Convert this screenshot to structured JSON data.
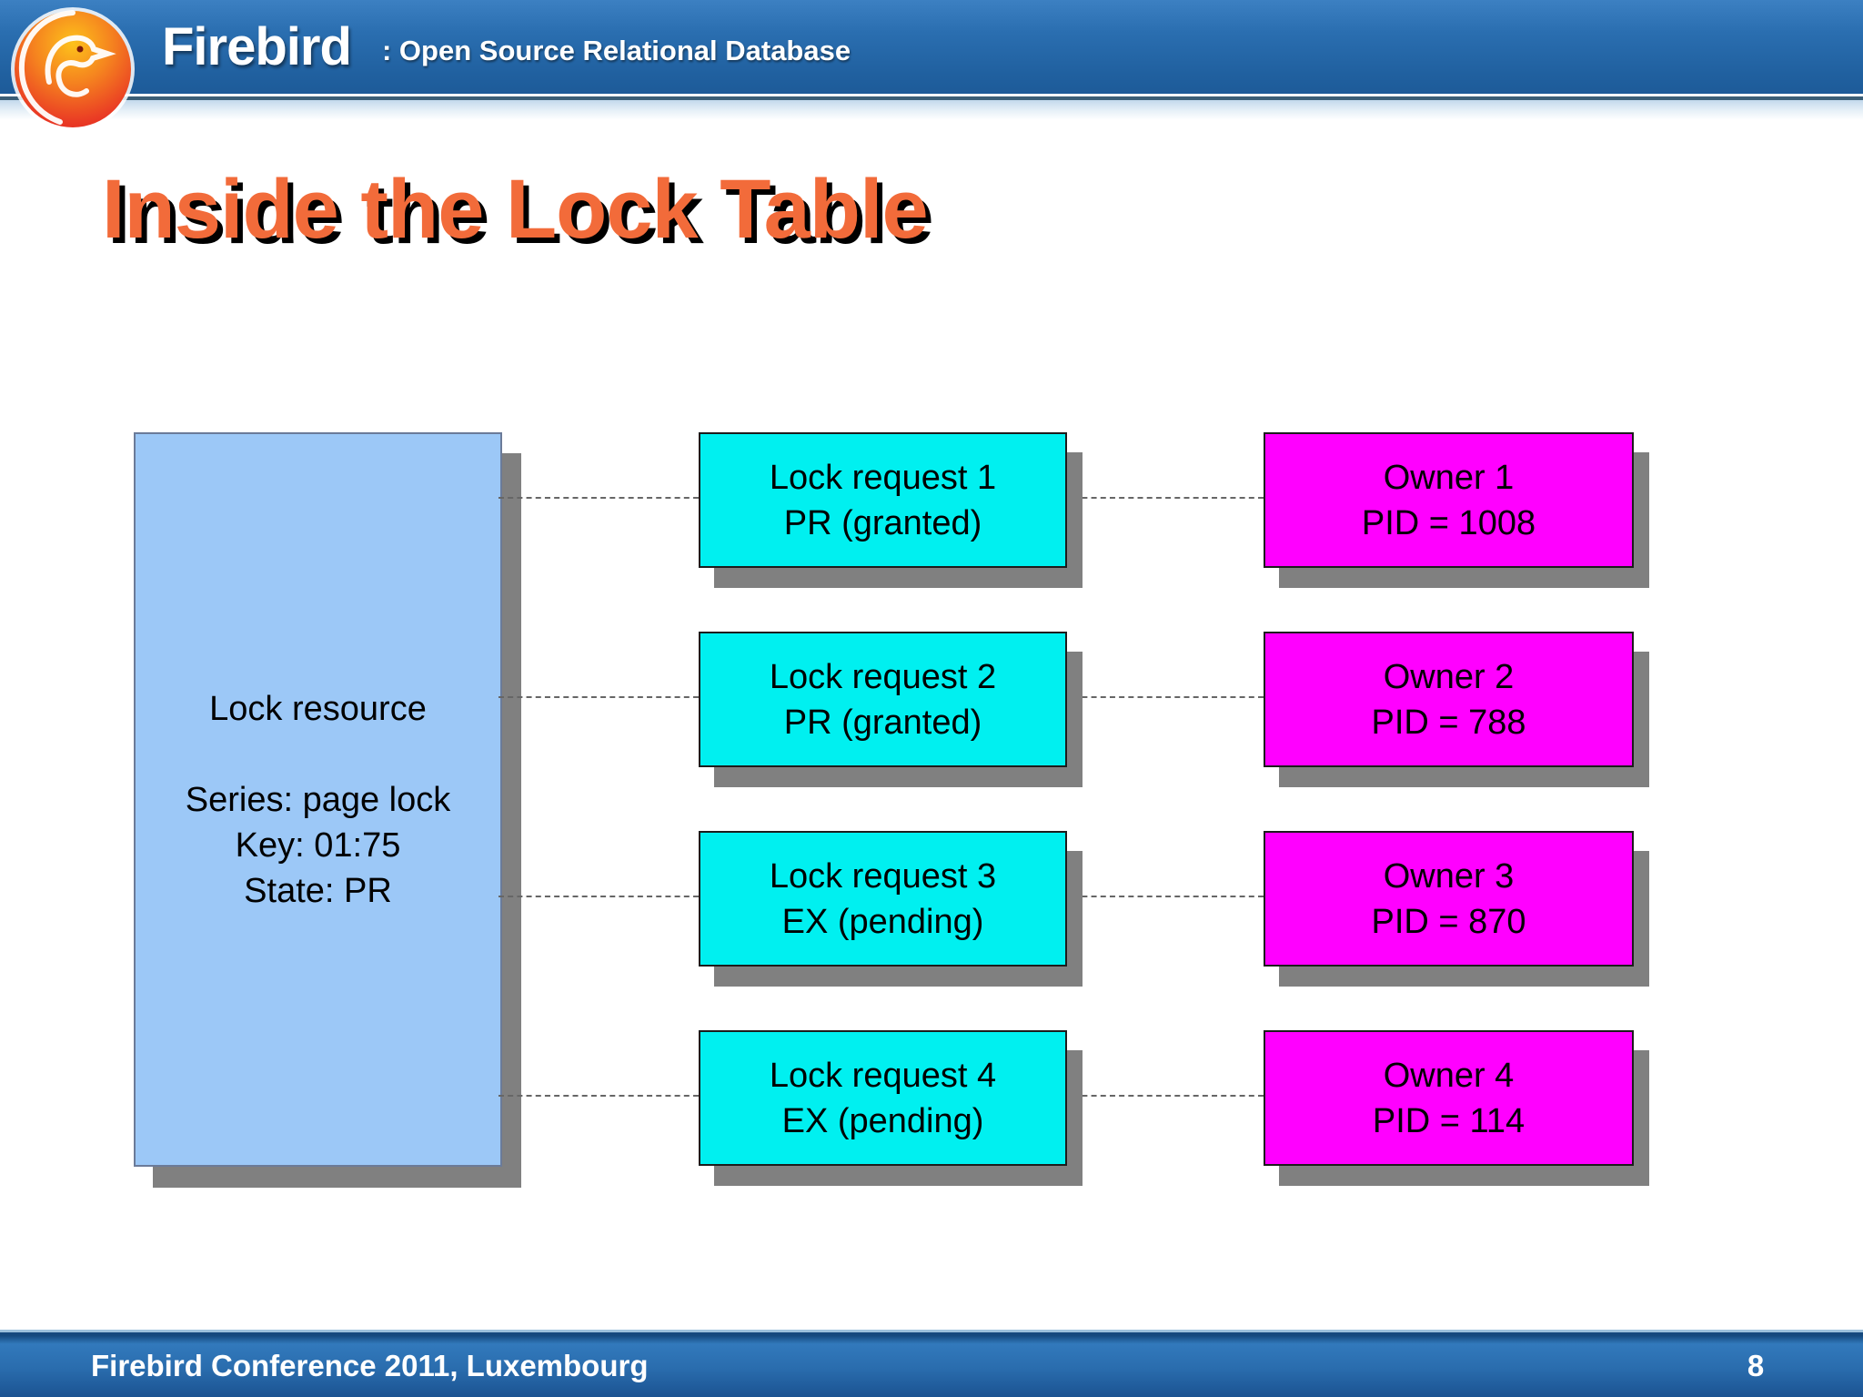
{
  "header": {
    "brand": "Firebird",
    "tagline": ": Open Source Relational Database"
  },
  "title": "Inside the Lock Table",
  "diagram": {
    "resource": {
      "line1": "Lock resource",
      "line2": "Series: page lock",
      "line3": "Key: 01:75",
      "line4": "State: PR"
    },
    "requests": [
      {
        "line1": "Lock request 1",
        "line2": "PR (granted)"
      },
      {
        "line1": "Lock request 2",
        "line2": "PR (granted)"
      },
      {
        "line1": "Lock request 3",
        "line2": "EX (pending)"
      },
      {
        "line1": "Lock request 4",
        "line2": "EX (pending)"
      }
    ],
    "owners": [
      {
        "line1": "Owner 1",
        "line2": "PID = 1008"
      },
      {
        "line1": "Owner 2",
        "line2": "PID = 788"
      },
      {
        "line1": "Owner 3",
        "line2": "PID = 870"
      },
      {
        "line1": "Owner 4",
        "line2": "PID = 114"
      }
    ]
  },
  "footer": {
    "left": "Firebird Conference 2011, Luxembourg",
    "page": "8"
  },
  "colors": {
    "title_orange": "#F26B3A",
    "resource_blue": "#9CC8F7",
    "cyan": "#00F0F0",
    "magenta": "#FF00FF",
    "shadow": "#808080",
    "header_blue": "#2A6EB0"
  }
}
